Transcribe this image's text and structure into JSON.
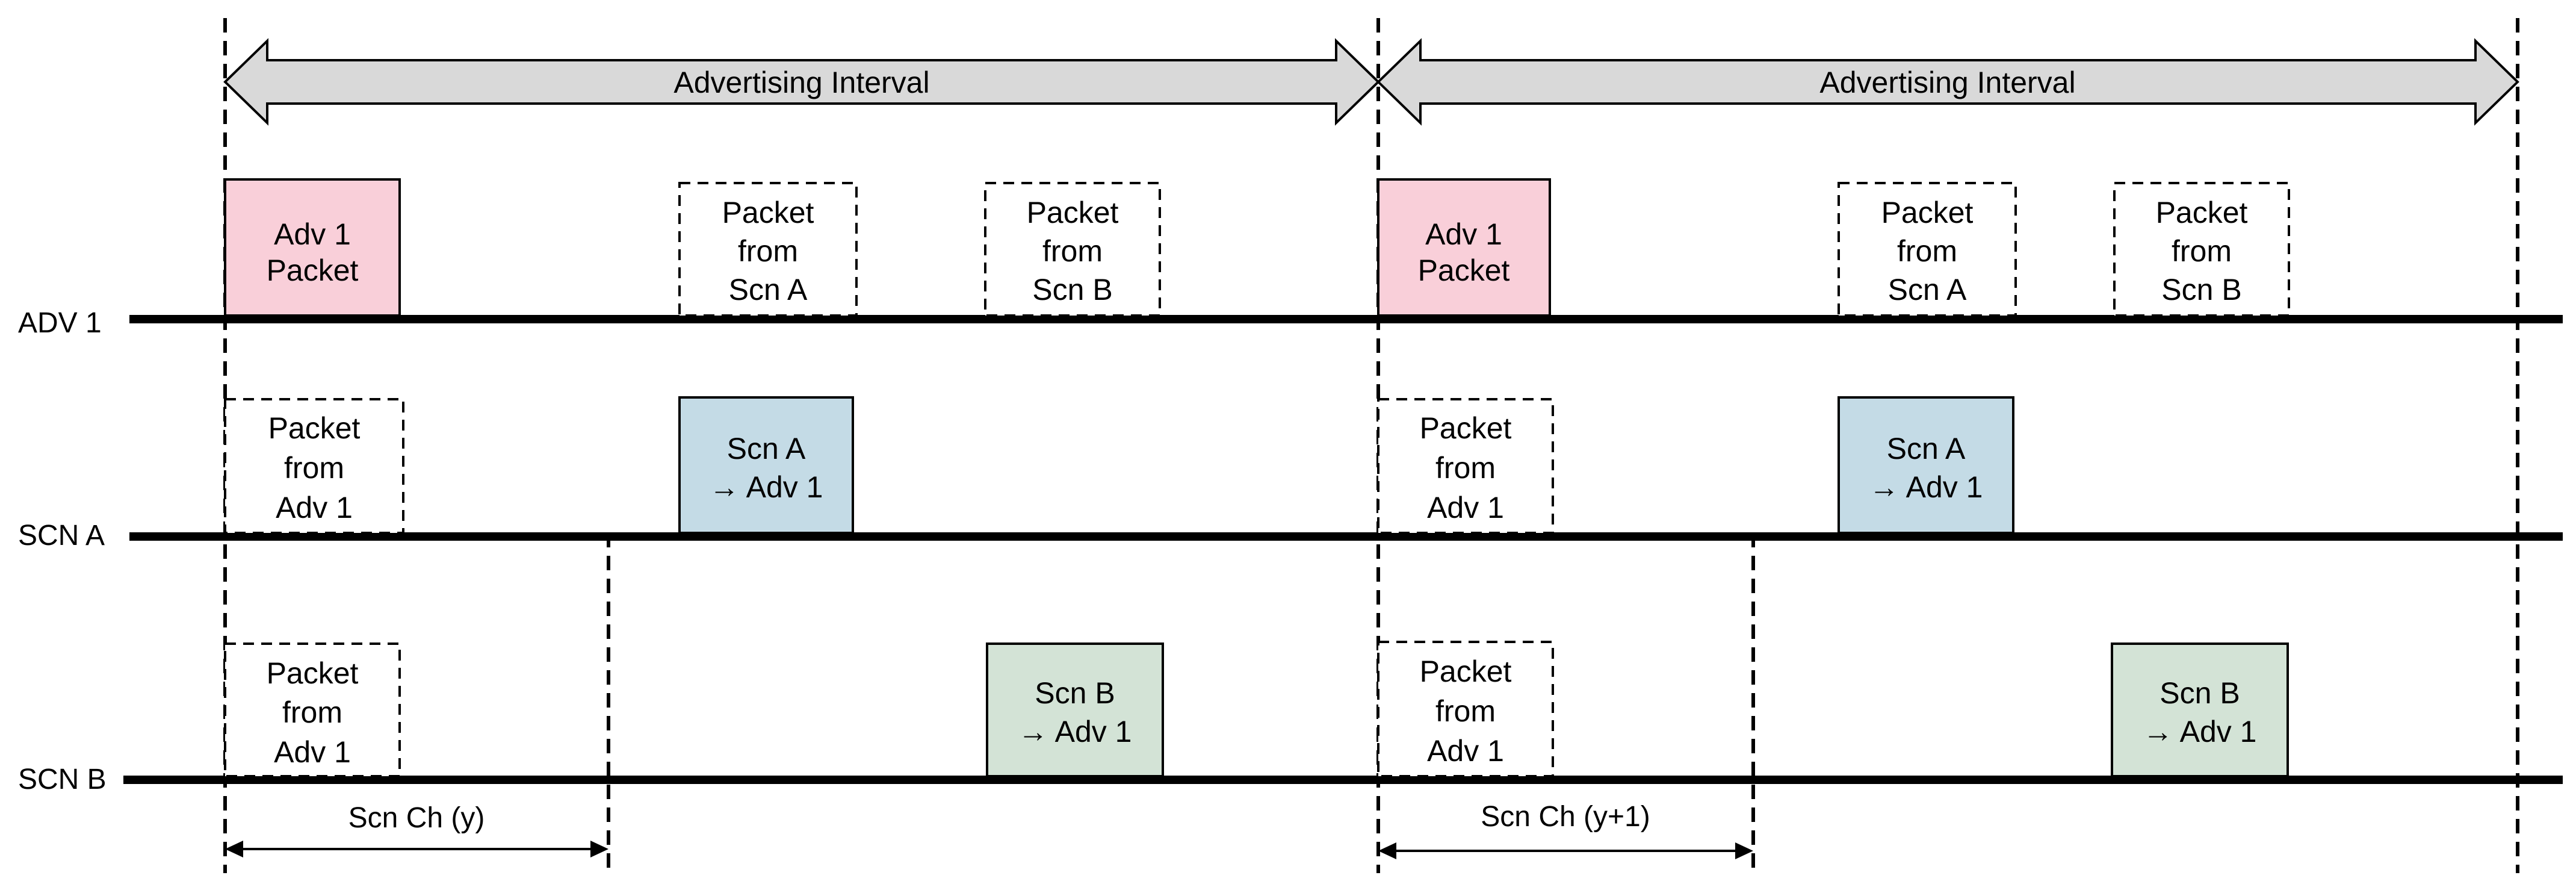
{
  "intervals": [
    {
      "label": "Advertising Interval"
    },
    {
      "label": "Advertising Interval"
    }
  ],
  "rows": [
    {
      "id": "adv1",
      "label": "ADV 1"
    },
    {
      "id": "scna",
      "label": "SCN A"
    },
    {
      "id": "scnb",
      "label": "SCN B"
    }
  ],
  "boxes": [
    {
      "id": "adv-packet-1",
      "row": "adv1",
      "lines": [
        "Adv 1",
        "Packet"
      ],
      "style": "solid",
      "fill": "#f9cfd9"
    },
    {
      "id": "adv1-rx-scn-a-1",
      "row": "adv1",
      "lines": [
        "Packet",
        "from",
        "Scn A"
      ],
      "style": "dashed",
      "fill": "#ffffff"
    },
    {
      "id": "adv1-rx-scn-b-1",
      "row": "adv1",
      "lines": [
        "Packet",
        "from",
        "Scn B"
      ],
      "style": "dashed",
      "fill": "#ffffff"
    },
    {
      "id": "adv-packet-2",
      "row": "adv1",
      "lines": [
        "Adv 1",
        "Packet"
      ],
      "style": "solid",
      "fill": "#f9cfd9"
    },
    {
      "id": "adv1-rx-scn-a-2",
      "row": "adv1",
      "lines": [
        "Packet",
        "from",
        "Scn A"
      ],
      "style": "dashed",
      "fill": "#ffffff"
    },
    {
      "id": "adv1-rx-scn-b-2",
      "row": "adv1",
      "lines": [
        "Packet",
        "from",
        "Scn B"
      ],
      "style": "dashed",
      "fill": "#ffffff"
    },
    {
      "id": "scna-rx-adv1-1",
      "row": "scna",
      "lines": [
        "Packet",
        "from",
        "Adv 1"
      ],
      "style": "dashed",
      "fill": "#ffffff"
    },
    {
      "id": "scna-tx-1",
      "row": "scna",
      "lines": [
        "Scn A",
        "→ Adv 1"
      ],
      "style": "solid",
      "fill": "#c4dbe6"
    },
    {
      "id": "scna-rx-adv1-2",
      "row": "scna",
      "lines": [
        "Packet",
        "from",
        "Adv 1"
      ],
      "style": "dashed",
      "fill": "#ffffff"
    },
    {
      "id": "scna-tx-2",
      "row": "scna",
      "lines": [
        "Scn A",
        "→ Adv 1"
      ],
      "style": "solid",
      "fill": "#c4dbe6"
    },
    {
      "id": "scnb-rx-adv1-1",
      "row": "scnb",
      "lines": [
        "Packet",
        "from",
        "Adv 1"
      ],
      "style": "dashed",
      "fill": "#ffffff"
    },
    {
      "id": "scnb-tx-1",
      "row": "scnb",
      "lines": [
        "Scn B",
        "→ Adv 1"
      ],
      "style": "solid",
      "fill": "#d3e3d6"
    },
    {
      "id": "scnb-rx-adv1-2",
      "row": "scnb",
      "lines": [
        "Packet",
        "from",
        "Adv 1"
      ],
      "style": "dashed",
      "fill": "#ffffff"
    },
    {
      "id": "scnb-tx-2",
      "row": "scnb",
      "lines": [
        "Scn B",
        "→ Adv 1"
      ],
      "style": "solid",
      "fill": "#d3e3d6"
    }
  ],
  "scan_channels": [
    {
      "label": "Scn Ch (y)"
    },
    {
      "label": "Scn Ch (y+1)"
    }
  ],
  "colors": {
    "adv_packet": "#f9cfd9",
    "scn_a_packet": "#c4dbe6",
    "scn_b_packet": "#d3e3d6",
    "interval_arrow": "#d9d9d9",
    "line": "#000000"
  }
}
